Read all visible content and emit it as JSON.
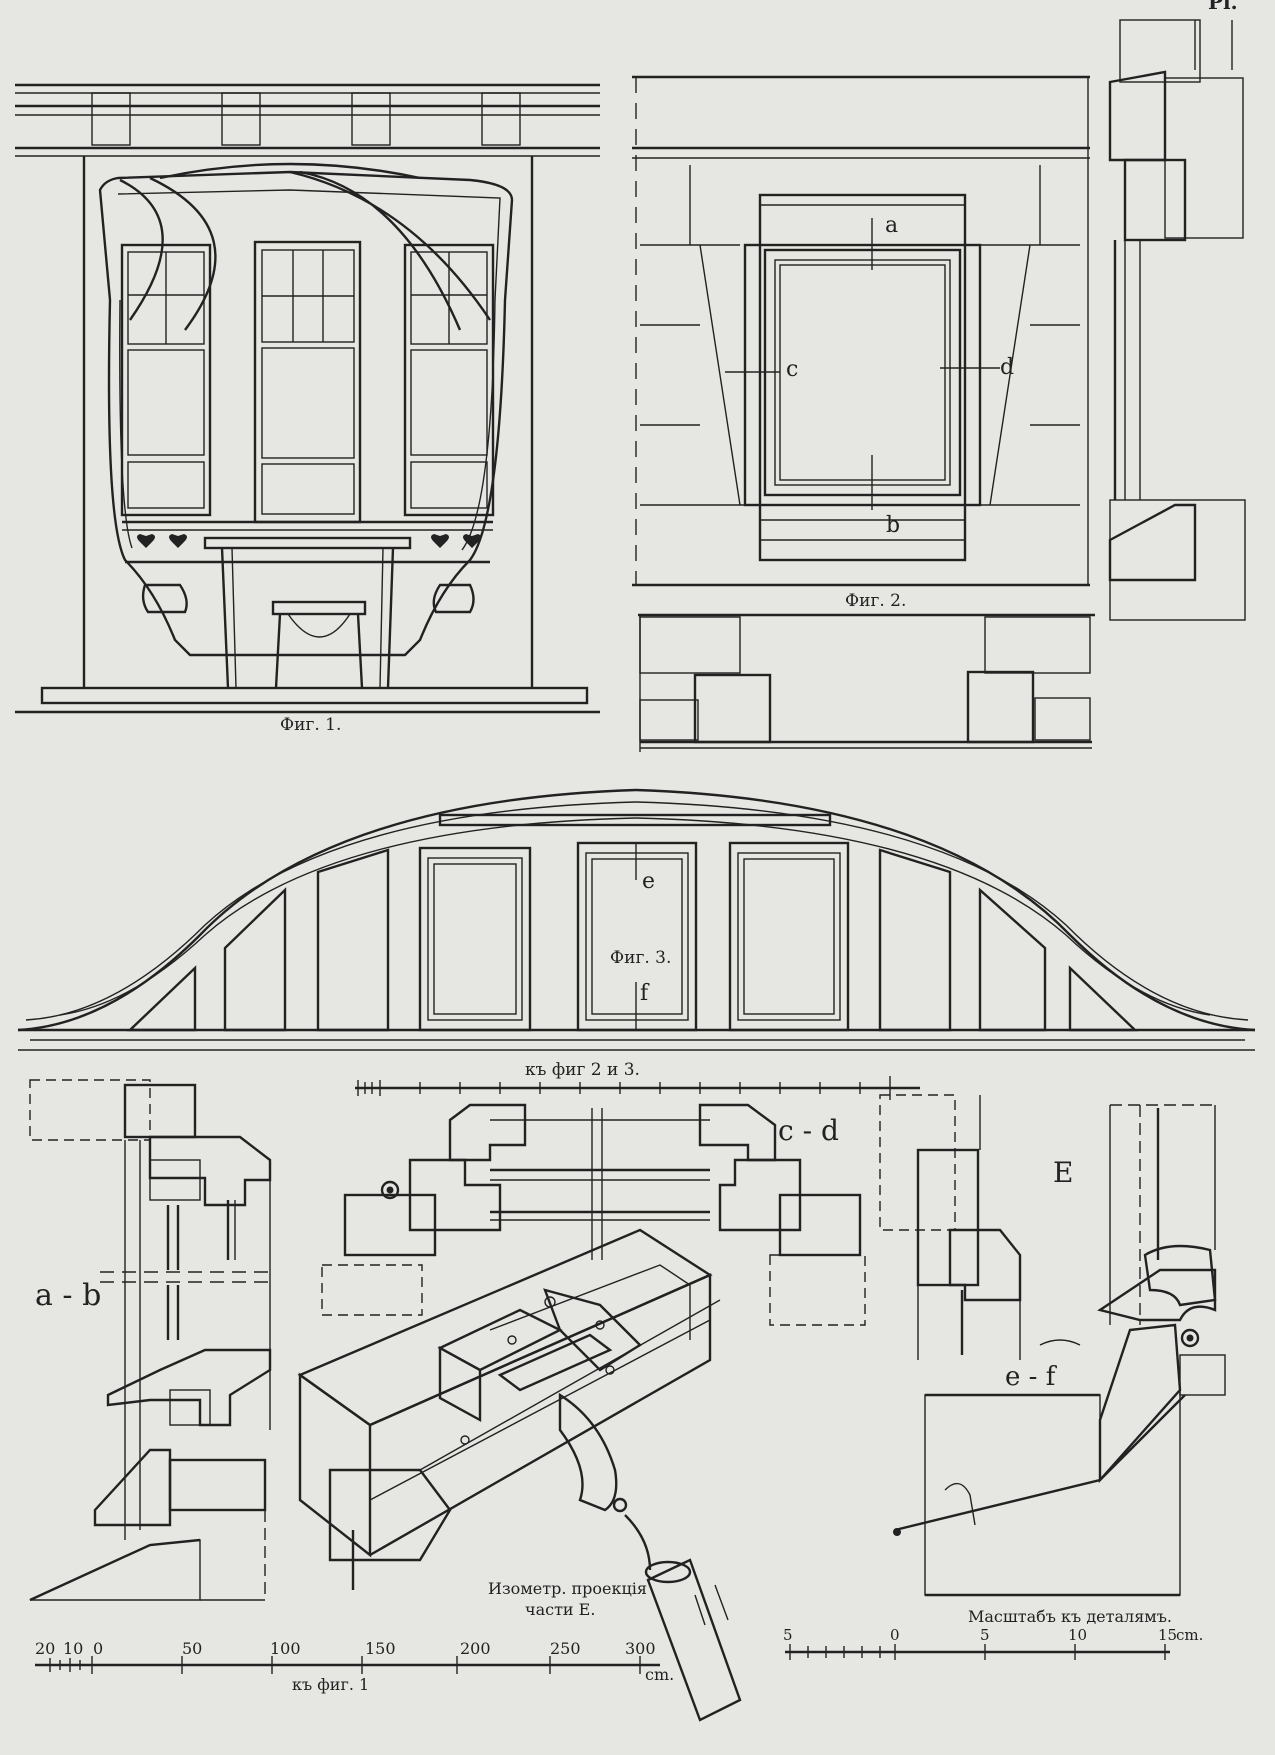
{
  "sheet": {
    "corner_mark": "Pl.",
    "figures": {
      "fig1": "Фиг. 1.",
      "fig2": "Фиг. 2.",
      "fig3": "Фиг. 3."
    },
    "section_marks": {
      "a": "a",
      "b": "b",
      "c": "c",
      "d": "d",
      "e": "e",
      "f": "f"
    },
    "detail_labels": {
      "ab": "a - b",
      "cd": "c - d",
      "ef": "e - f",
      "E": "E"
    },
    "captions": {
      "scale_fig23": "къ фиг  2 и 3.",
      "isometric_line1": "Изометр. проекція",
      "isometric_line2": "части E.",
      "detail_scale_title": "Масштабъ къ деталямъ.",
      "scale_fig1": "къ фиг. 1"
    },
    "scale_fig1": {
      "ticks": [
        "20",
        "10",
        "0",
        "50",
        "100",
        "150",
        "200",
        "250",
        "300"
      ],
      "unit": "cm."
    },
    "scale_detail": {
      "ticks": [
        "5",
        "0",
        "5",
        "10",
        "15"
      ],
      "unit": "cm."
    }
  }
}
